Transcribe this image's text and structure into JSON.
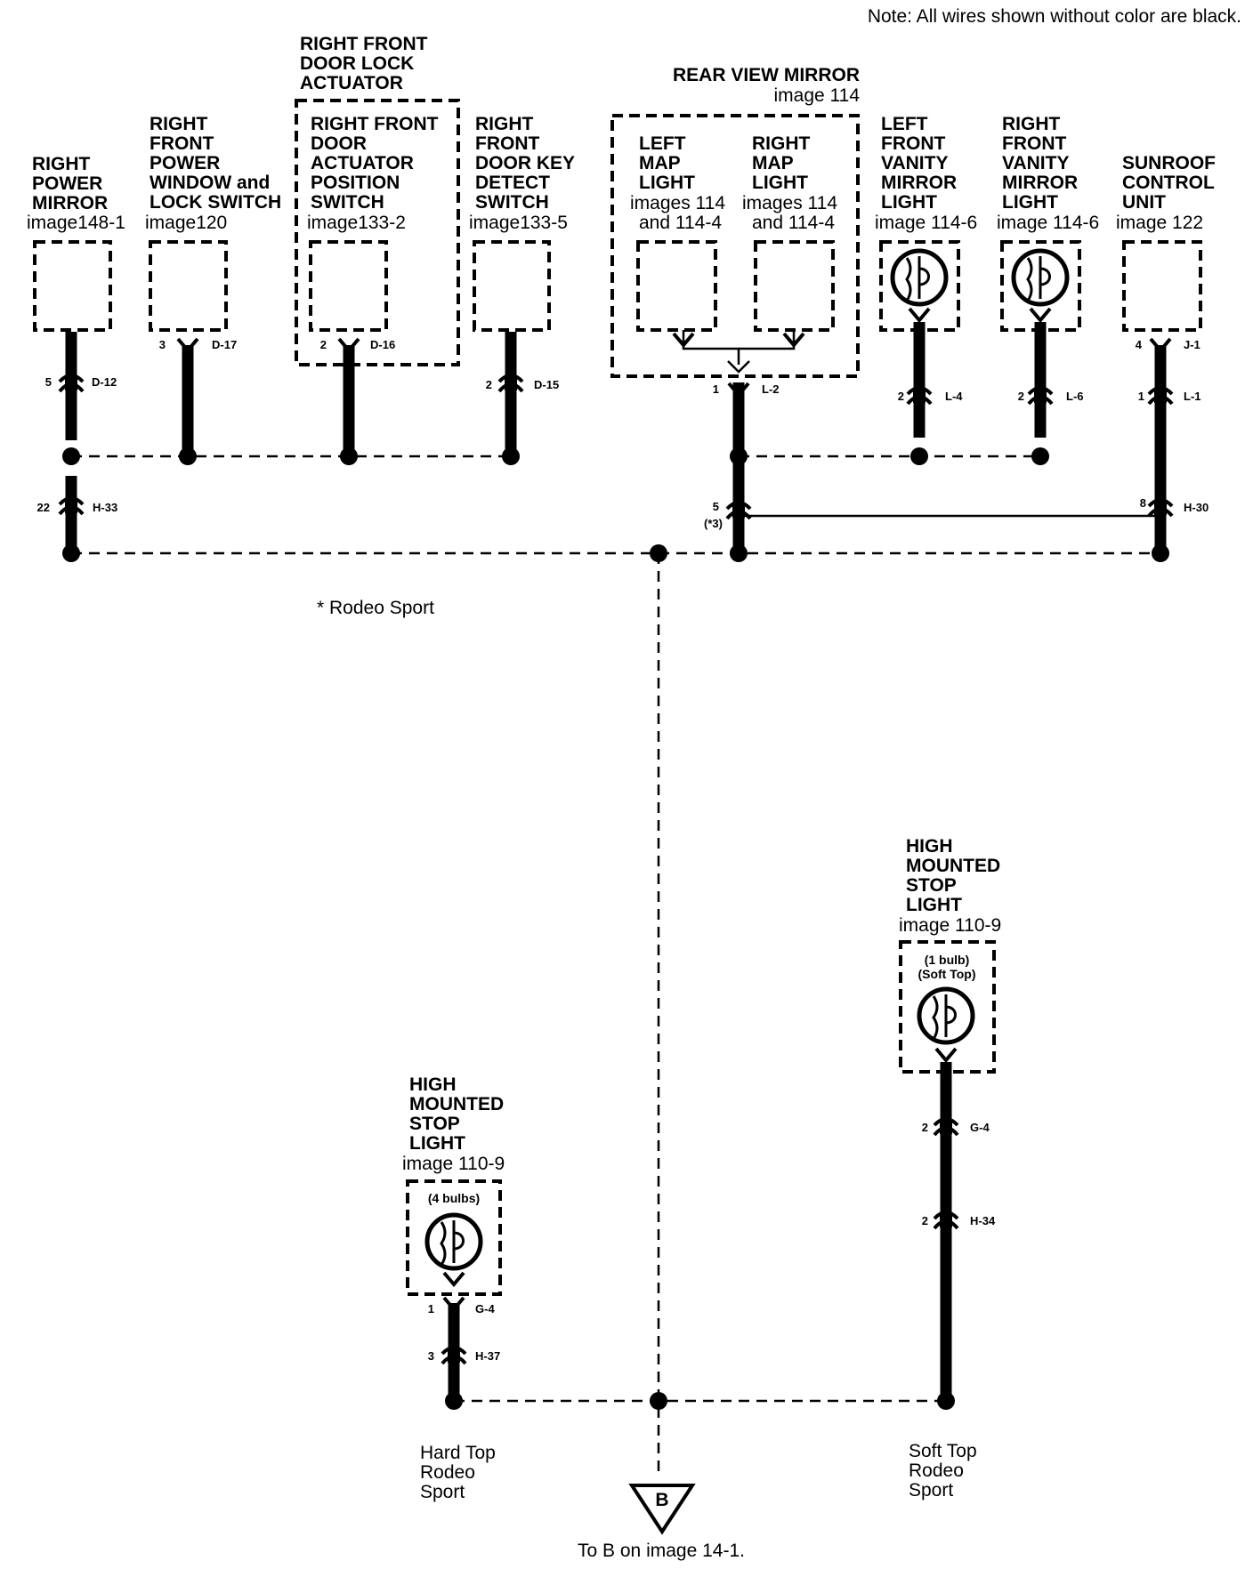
{
  "note": "Note: All wires shown without color are black.",
  "components": {
    "power_mirror": {
      "lines": [
        "RIGHT",
        "POWER",
        "MIRROR"
      ],
      "ref": "image148-1"
    },
    "window_switch": {
      "lines": [
        "RIGHT",
        "FRONT",
        "POWER",
        "WINDOW and",
        "LOCK SWITCH"
      ],
      "ref": "image120"
    },
    "door_lock_actuator": {
      "lines": [
        "RIGHT FRONT",
        "DOOR LOCK",
        "ACTUATOR"
      ]
    },
    "actuator_switch": {
      "lines": [
        "RIGHT FRONT",
        "DOOR",
        "ACTUATOR",
        "POSITION",
        "SWITCH"
      ],
      "ref": "image133-2"
    },
    "key_detect": {
      "lines": [
        "RIGHT",
        "FRONT",
        "DOOR KEY",
        "DETECT",
        "SWITCH"
      ],
      "ref": "image133-5"
    },
    "rear_view_mirror": {
      "lines": [
        "REAR VIEW MIRROR"
      ],
      "ref": "image 114"
    },
    "left_map": {
      "lines": [
        "LEFT",
        "MAP",
        "LIGHT"
      ],
      "ref_lines": [
        "images 114",
        "and 114-4"
      ]
    },
    "right_map": {
      "lines": [
        "RIGHT",
        "MAP",
        "LIGHT"
      ],
      "ref_lines": [
        "images 114",
        "and 114-4"
      ]
    },
    "left_vanity": {
      "lines": [
        "LEFT",
        "FRONT",
        "VANITY",
        "MIRROR",
        "LIGHT"
      ],
      "ref": "image 114-6"
    },
    "right_vanity": {
      "lines": [
        "RIGHT",
        "FRONT",
        "VANITY",
        "MIRROR",
        "LIGHT"
      ],
      "ref": "image 114-6"
    },
    "sunroof": {
      "lines": [
        "SUNROOF",
        "CONTROL",
        "UNIT"
      ],
      "ref": "image 122"
    },
    "hmsl_soft": {
      "lines": [
        "HIGH",
        "MOUNTED",
        "STOP",
        "LIGHT"
      ],
      "ref": "image 110-9",
      "sub": [
        "(1 bulb)",
        "(Soft Top)"
      ]
    },
    "hmsl_hard": {
      "lines": [
        "HIGH",
        "MOUNTED",
        "STOP",
        "LIGHT"
      ],
      "ref": "image 110-9",
      "sub": [
        "(4 bulbs)"
      ]
    }
  },
  "connectors": {
    "d12": {
      "pin": "5",
      "name": "D-12"
    },
    "d17": {
      "pin": "3",
      "name": "D-17"
    },
    "d16": {
      "pin": "2",
      "name": "D-16"
    },
    "d15": {
      "pin": "2",
      "name": "D-15"
    },
    "l2": {
      "pin": "1",
      "name": "L-2"
    },
    "l4": {
      "pin": "2",
      "name": "L-4"
    },
    "l6": {
      "pin": "2",
      "name": "L-6"
    },
    "j1": {
      "pin": "4",
      "name": "J-1"
    },
    "l1": {
      "pin": "1",
      "name": "L-1"
    },
    "h33": {
      "pin": "22",
      "name": "H-33"
    },
    "h30_left": {
      "pin": "5",
      "name": "(*3)"
    },
    "h30": {
      "pin": "8",
      "name": "H-30"
    },
    "g4_soft": {
      "pin": "2",
      "name": "G-4"
    },
    "h34": {
      "pin": "2",
      "name": "H-34"
    },
    "g4_hard": {
      "pin": "1",
      "name": "G-4"
    },
    "h37": {
      "pin": "3",
      "name": "H-37"
    }
  },
  "footnote": "* Rodeo Sport",
  "variants": {
    "hard": [
      "Hard Top",
      "Rodeo",
      "Sport"
    ],
    "soft": [
      "Soft Top",
      "Rodeo",
      "Sport"
    ]
  },
  "ground": {
    "letter": "B",
    "caption": "To B on image 14-1."
  }
}
